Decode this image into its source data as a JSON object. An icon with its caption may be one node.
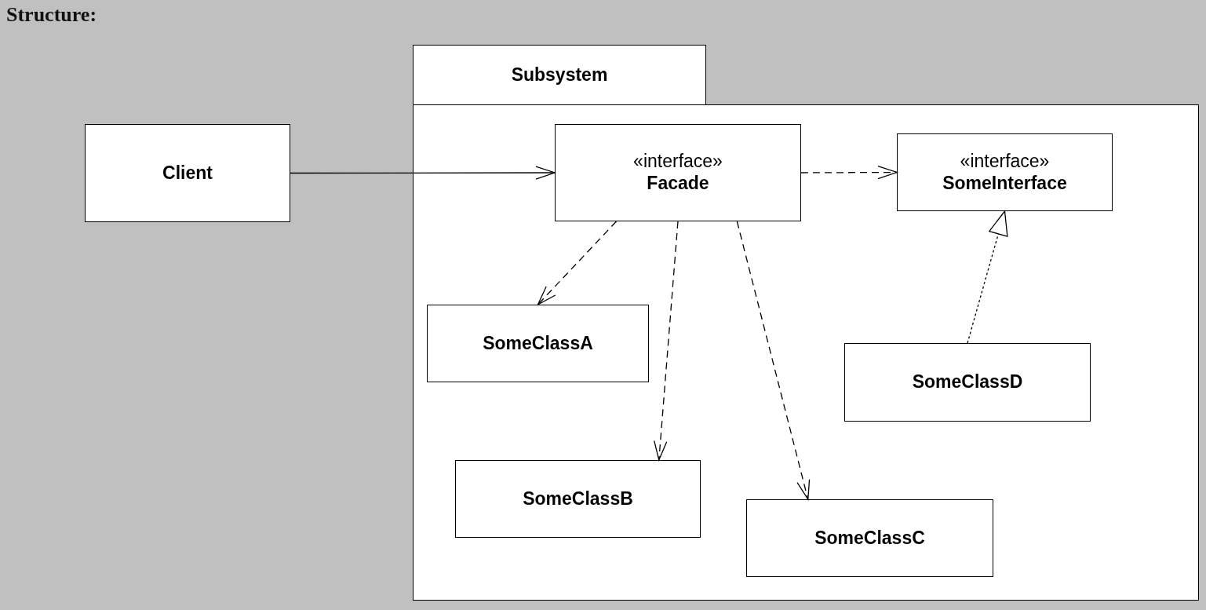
{
  "diagram": {
    "title": "Structure:",
    "nodes": [
      {
        "text": [
          "Subsystem"
        ]
      },
      {
        "text": [
          "Client"
        ]
      },
      {
        "text": [
          "«interface»",
          "Facade"
        ],
        "in": 0
      },
      {
        "text": [
          "«interface»",
          "SomeInterface"
        ],
        "in": 0
      },
      {
        "text": [
          "SomeClassA"
        ],
        "in": 0
      },
      {
        "text": [
          "SomeClassB"
        ],
        "in": 0
      },
      {
        "text": [
          "SomeClassC"
        ],
        "in": 0
      },
      {
        "text": [
          "SomeClassD"
        ],
        "in": 0
      }
    ],
    "edges": [
      {
        "from": 1,
        "to": 2,
        "arrow": "to"
      },
      {
        "from": 2,
        "to": 3,
        "arrow": "to",
        "style": "dashed"
      },
      {
        "from": 2,
        "to": 4,
        "arrow": "to",
        "style": "dashed"
      },
      {
        "from": 2,
        "to": 5,
        "arrow": "to",
        "style": "dashed"
      },
      {
        "from": 2,
        "to": 6,
        "arrow": "to",
        "style": "dashed"
      },
      {
        "from": 7,
        "to": 3,
        "arrow": "to",
        "style": "dashed"
      }
    ]
  }
}
